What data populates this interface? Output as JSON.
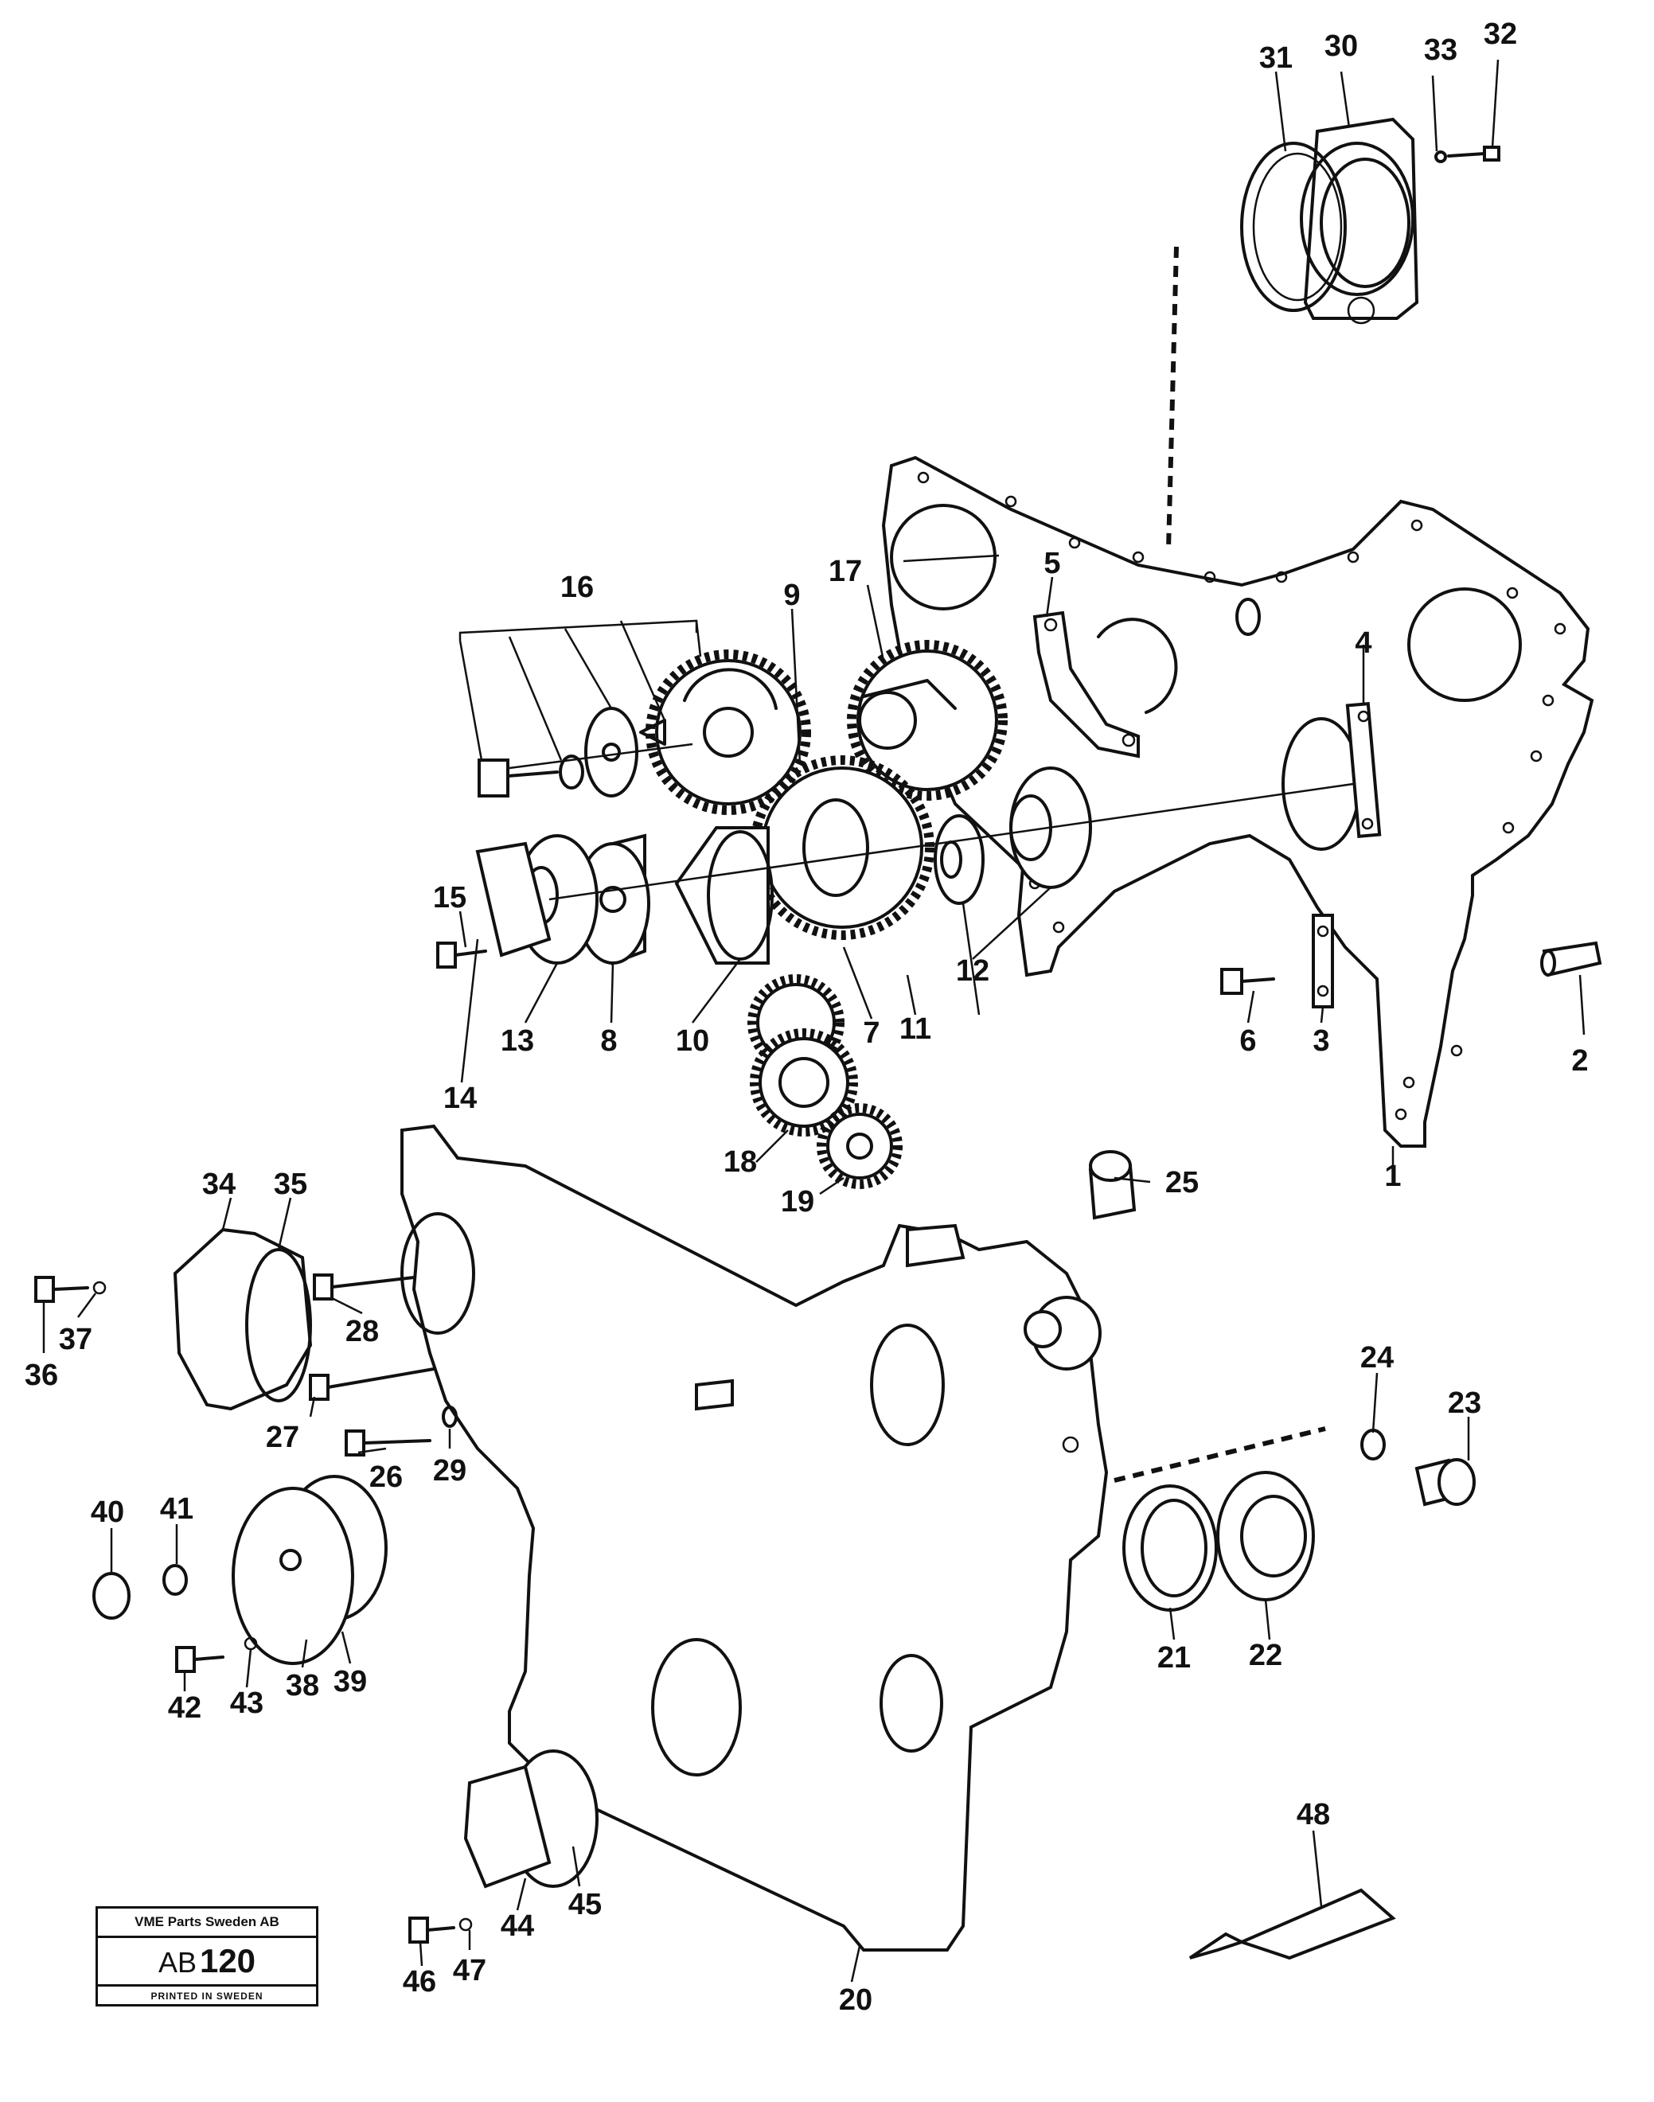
{
  "callouts": [
    {
      "label": "1"
    },
    {
      "label": "2"
    },
    {
      "label": "3"
    },
    {
      "label": "4"
    },
    {
      "label": "5"
    },
    {
      "label": "6"
    },
    {
      "label": "7"
    },
    {
      "label": "8"
    },
    {
      "label": "9"
    },
    {
      "label": "10"
    },
    {
      "label": "11"
    },
    {
      "label": "12"
    },
    {
      "label": "13"
    },
    {
      "label": "14"
    },
    {
      "label": "15"
    },
    {
      "label": "16"
    },
    {
      "label": "17"
    },
    {
      "label": "18"
    },
    {
      "label": "19"
    },
    {
      "label": "20"
    },
    {
      "label": "21"
    },
    {
      "label": "22"
    },
    {
      "label": "23"
    },
    {
      "label": "24"
    },
    {
      "label": "25"
    },
    {
      "label": "26"
    },
    {
      "label": "27"
    },
    {
      "label": "28"
    },
    {
      "label": "29"
    },
    {
      "label": "30"
    },
    {
      "label": "31"
    },
    {
      "label": "32"
    },
    {
      "label": "33"
    },
    {
      "label": "34"
    },
    {
      "label": "35"
    },
    {
      "label": "36"
    },
    {
      "label": "37"
    },
    {
      "label": "38"
    },
    {
      "label": "39"
    },
    {
      "label": "40"
    },
    {
      "label": "41"
    },
    {
      "label": "42"
    },
    {
      "label": "43"
    },
    {
      "label": "44"
    },
    {
      "label": "45"
    },
    {
      "label": "46"
    },
    {
      "label": "47"
    },
    {
      "label": "48"
    }
  ],
  "stamp": {
    "company": "VME Parts Sweden AB",
    "code_prefix": "AB",
    "code_number": "120",
    "printed": "PRINTED IN SWEDEN"
  }
}
